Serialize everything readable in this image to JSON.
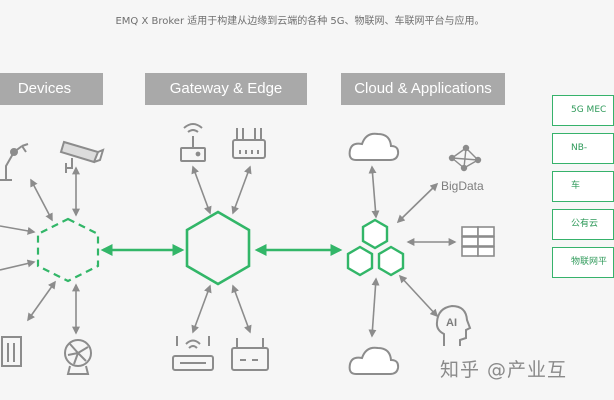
{
  "caption": "EMQ X Broker 适用于构建从边缘到云端的各种 5G、物联网、车联网平台与应用。",
  "columns": {
    "devices": "Devices",
    "gateway": "Gateway & Edge",
    "cloud": "Cloud & Applications"
  },
  "cloud_labels": {
    "bigdata": "BigData",
    "ai": "AI"
  },
  "side_boxes": [
    "5G MEC",
    "NB-",
    "车",
    "公有云",
    "物联网平"
  ],
  "watermark": "知乎 @产业互",
  "colors": {
    "accent_green": "#32b668",
    "icon_gray": "#8a8a8a",
    "header_gray": "#a9a9a9"
  }
}
